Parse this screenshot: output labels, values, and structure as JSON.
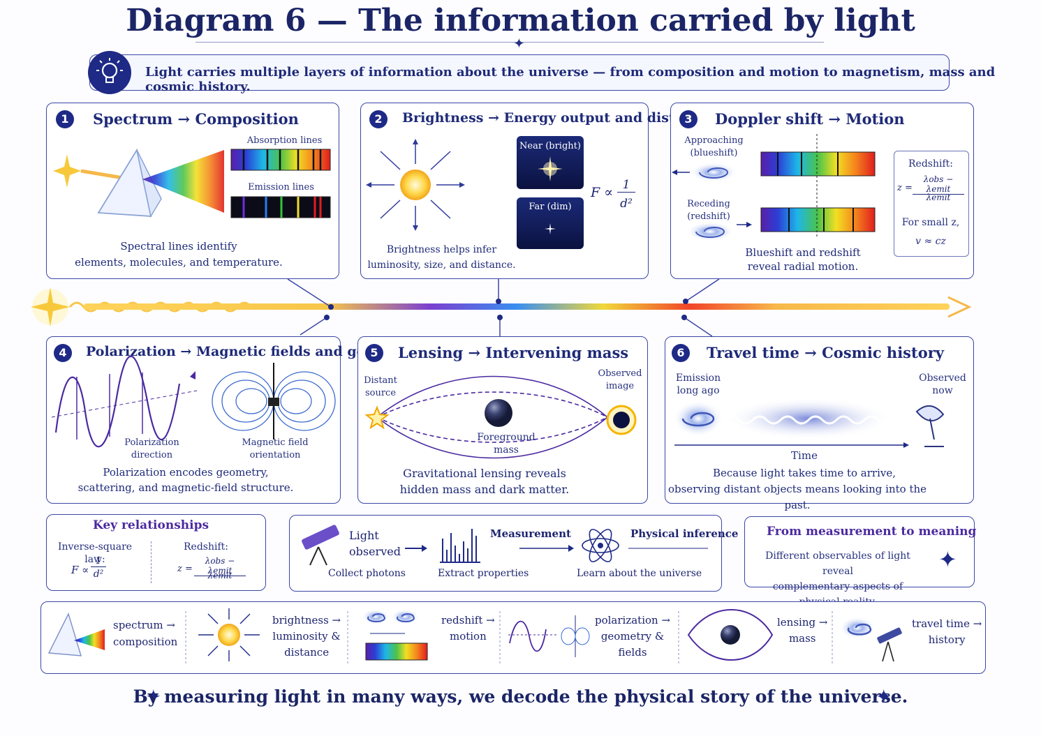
{
  "title": "Diagram 6 — The information carried by light",
  "banner": "Light carries multiple layers of information about the universe — from composition and motion to magnetism, mass and cosmic history.",
  "panels": {
    "p1": {
      "num": "1",
      "title": "Spectrum → Composition",
      "absorption": "Absorption lines",
      "emission": "Emission lines",
      "caption": [
        "Spectral lines identify",
        "elements, molecules, and temperature."
      ]
    },
    "p2": {
      "num": "2",
      "title": "Brightness → Energy output and distance",
      "near": "Near (bright)",
      "far": "Far (dim)",
      "formula_lhs": "F ∝",
      "formula_num": "1",
      "formula_den": "d²",
      "caption": [
        "Brightness helps infer",
        "luminosity, size, and distance."
      ]
    },
    "p3": {
      "num": "3",
      "title": "Doppler shift → Motion",
      "approaching": [
        "Approaching",
        "(blueshift)"
      ],
      "receding": [
        "Receding",
        "(redshift)"
      ],
      "redshift_label": "Redshift:",
      "z_lhs": "z =",
      "z_num": "λobs − λemit",
      "z_den": "λemit",
      "small_z": "For small z,",
      "vcz": "v ≈ cz",
      "caption": [
        "Blueshift and redshift",
        "reveal radial motion."
      ]
    },
    "p4": {
      "num": "4",
      "title": "Polarization → Magnetic fields and geometry",
      "pol_dir": [
        "Polarization",
        "direction"
      ],
      "mag": [
        "Magnetic field",
        "orientation"
      ],
      "caption": [
        "Polarization encodes geometry,",
        "scattering, and magnetic-field structure."
      ]
    },
    "p5": {
      "num": "5",
      "title": "Lensing → Intervening mass",
      "source": [
        "Distant",
        "source"
      ],
      "image": [
        "Observed",
        "image"
      ],
      "mass": [
        "Foreground",
        "mass"
      ],
      "caption": [
        "Gravitational lensing reveals",
        "hidden mass and dark matter."
      ]
    },
    "p6": {
      "num": "6",
      "title": "Travel time → Cosmic history",
      "emission": [
        "Emission",
        "long ago"
      ],
      "observed": [
        "Observed",
        "now"
      ],
      "time": "Time",
      "caption": [
        "Because light takes time to arrive,",
        "observing distant objects means looking into the past."
      ]
    }
  },
  "key": {
    "title": "Key relationships",
    "inverse_label": "Inverse-square law:",
    "redshift_label": "Redshift:",
    "f_lhs": "F ∝",
    "f_num": "1",
    "f_den": "d²",
    "z_lhs": "z =",
    "z_num": "λobs − λemit",
    "z_den": "λemit"
  },
  "flow": {
    "light": [
      "Light",
      "observed"
    ],
    "collect": "Collect photons",
    "measurement": "Measurement",
    "extract": "Extract properties",
    "inference": "Physical inference",
    "learn": "Learn about the universe"
  },
  "meaning": {
    "title": "From measurement to meaning",
    "text": [
      "Different observables of light reveal",
      "complementary aspects of physical reality."
    ]
  },
  "summary": [
    {
      "a": "spectrum →",
      "b": "composition"
    },
    {
      "a": "brightness →",
      "b": "luminosity &",
      "c": "distance"
    },
    {
      "a": "redshift →",
      "b": "motion"
    },
    {
      "a": "polarization →",
      "b": "geometry &",
      "c": "fields"
    },
    {
      "a": "lensing →",
      "b": "mass"
    },
    {
      "a": "travel time →",
      "b": "history"
    }
  ],
  "footer": "By measuring light in many ways, we decode the physical story of the universe.",
  "colors": {
    "navy": "#1e2a86",
    "border": "#3b46a6",
    "purple": "#4b2aa0",
    "gold": "#f5b400"
  }
}
